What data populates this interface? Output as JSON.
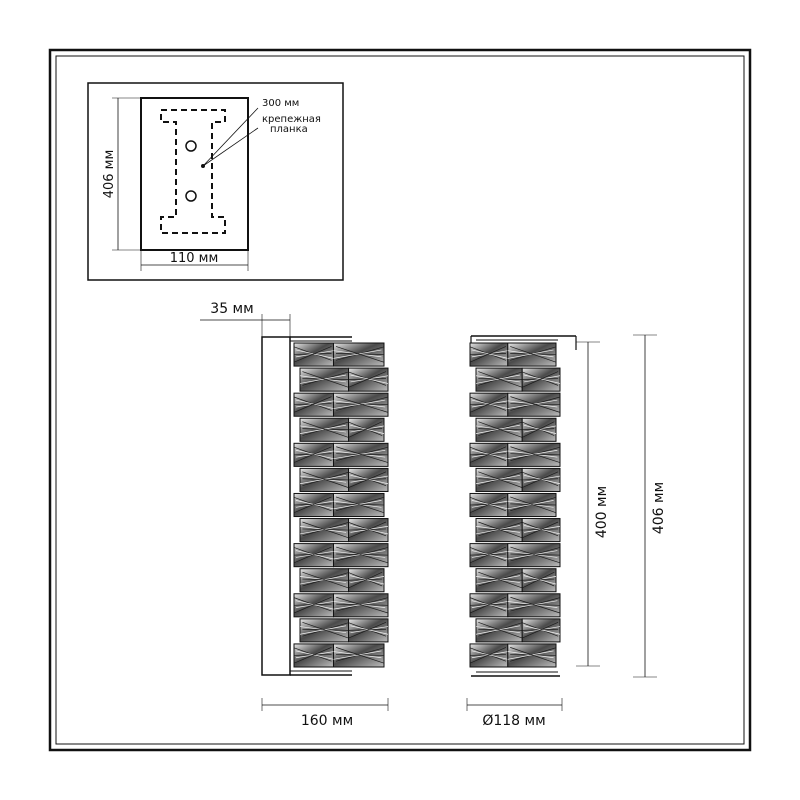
{
  "mount_panel": {
    "label_bracket_length": "300 мм",
    "label_bracket_name_line1": "крепежная",
    "label_bracket_name_line2": "планка",
    "label_height": "406 мм",
    "label_width": "110 мм"
  },
  "side_view": {
    "label_depth": "35 мм",
    "label_width": "160 мм"
  },
  "front_view": {
    "label_diameter": "Ø118 мм",
    "label_body_height": "400 мм",
    "label_total_height": "406 мм"
  },
  "colors": {
    "line": "#111111",
    "crystal_dark": "#2a2a2a",
    "crystal_mid": "#6f6f6f",
    "crystal_light": "#d9d9d9",
    "background": "#ffffff"
  }
}
